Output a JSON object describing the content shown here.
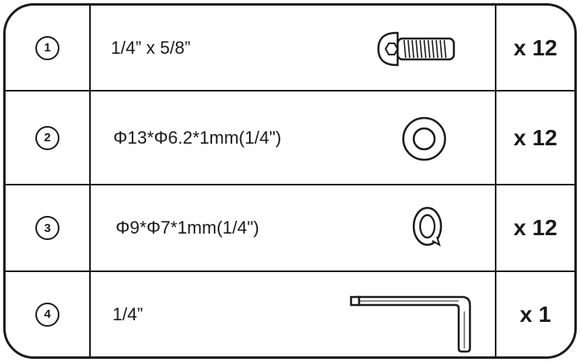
{
  "rows": [
    {
      "index": "1",
      "spec": "1/4” x 5/8”",
      "quantity": "x 12",
      "part_icon": "hex-socket-bolt-icon"
    },
    {
      "index": "2",
      "spec": "Φ13*Φ6.2*1mm(1/4\")",
      "quantity": "x 12",
      "part_icon": "flat-washer-icon"
    },
    {
      "index": "3",
      "spec": "Φ9*Φ7*1mm(1/4\")",
      "quantity": "x 12",
      "part_icon": "spring-washer-icon"
    },
    {
      "index": "4",
      "spec": "1/4”",
      "quantity": "x 1",
      "part_icon": "allen-key-icon"
    }
  ],
  "colors": {
    "line": "#1a1a1a",
    "background": "#ffffff"
  }
}
